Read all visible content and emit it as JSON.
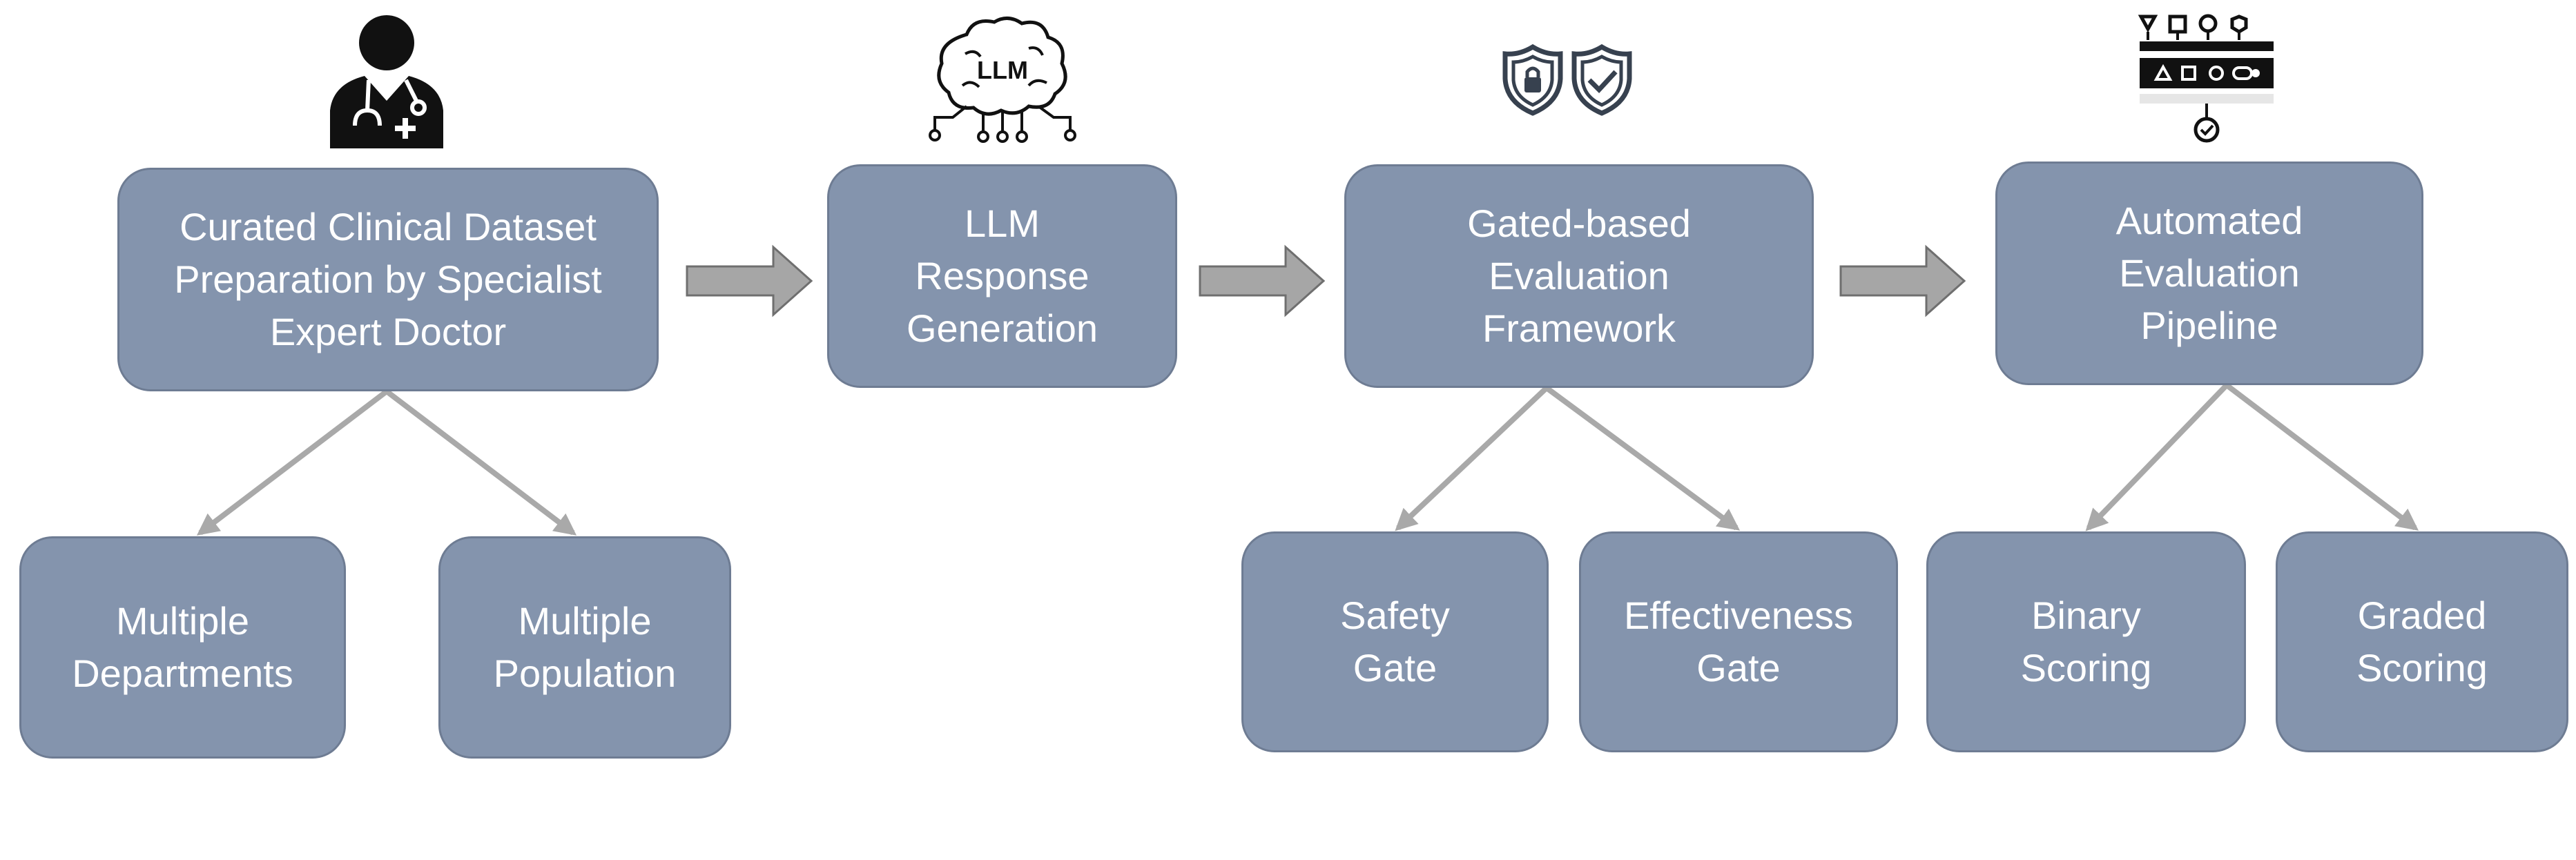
{
  "colors": {
    "box_fill": "#8494ad",
    "box_border": "#6e7c93",
    "box_text": "#ffffff",
    "connector": "#a9a9a9",
    "arrow_fill": "#a6a6a6",
    "arrow_stroke": "#6f6f6f",
    "icon_dark": "#111111",
    "shield": "#37414f"
  },
  "stages": [
    {
      "lines": [
        "Curated Clinical Dataset",
        "Preparation by Specialist",
        "Expert Doctor"
      ],
      "icon": "doctor-icon"
    },
    {
      "lines": [
        "LLM",
        "Response",
        "Generation"
      ],
      "icon": "llm-brain-icon",
      "icon_text": "LLM"
    },
    {
      "lines": [
        "Gated-based",
        "Evaluation",
        "Framework"
      ],
      "icon": "shields-icon"
    },
    {
      "lines": [
        "Automated",
        "Evaluation",
        "Pipeline"
      ],
      "icon": "pipeline-flow-icon"
    }
  ],
  "subnodes": [
    {
      "lines": [
        "Multiple",
        "Departments"
      ],
      "parent": 0
    },
    {
      "lines": [
        "Multiple",
        "Population"
      ],
      "parent": 0
    },
    {
      "lines": [
        "Safety",
        "Gate"
      ],
      "parent": 2
    },
    {
      "lines": [
        "Effectiveness",
        "Gate"
      ],
      "parent": 2
    },
    {
      "lines": [
        "Binary",
        "Scoring"
      ],
      "parent": 3
    },
    {
      "lines": [
        "Graded",
        "Scoring"
      ],
      "parent": 3
    }
  ]
}
